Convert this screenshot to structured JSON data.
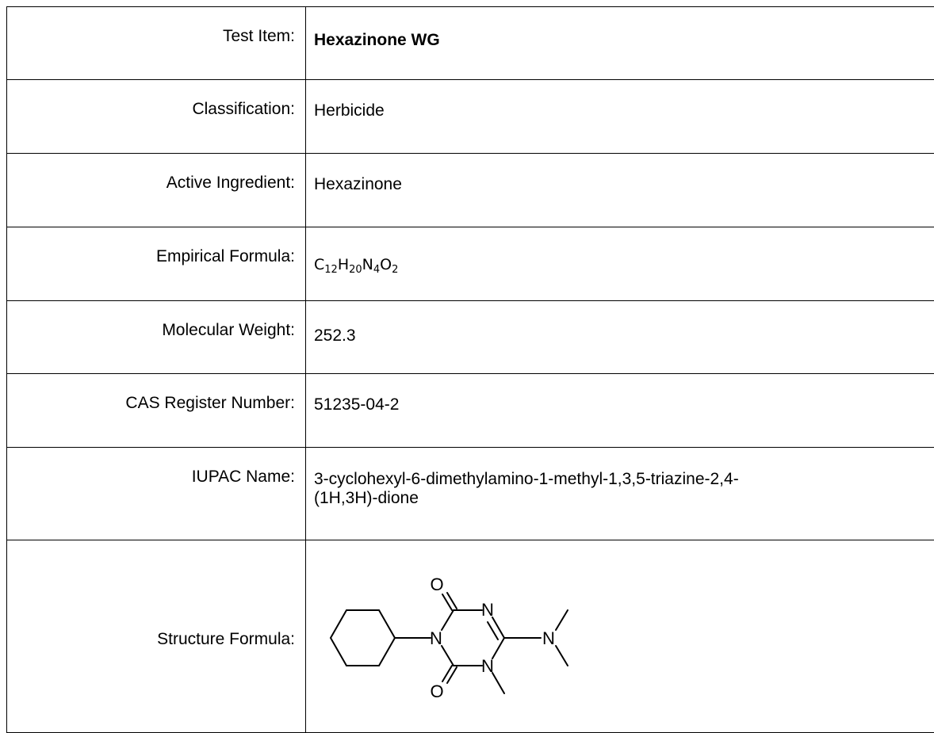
{
  "rows": {
    "test_item": {
      "label": "Test Item:",
      "value": "Hexazinone WG"
    },
    "classification": {
      "label": "Classification:",
      "value": "Herbicide"
    },
    "active_ingredient": {
      "label": "Active Ingredient:",
      "value": "Hexazinone"
    },
    "empirical_formula": {
      "label": "Empirical Formula:",
      "value": "C12H20N4O2",
      "parts": [
        {
          "el": "C",
          "n": "12"
        },
        {
          "el": "H",
          "n": "20"
        },
        {
          "el": "N",
          "n": "4"
        },
        {
          "el": "O",
          "n": "2"
        }
      ]
    },
    "molecular_weight": {
      "label": "Molecular Weight:",
      "value": "252.3"
    },
    "cas_number": {
      "label": "CAS Register Number:",
      "value": "51235-04-2"
    },
    "iupac_name": {
      "label": "IUPAC Name:",
      "line1": "3-cyclohexyl-6-dimethylamino-1-methyl-1,3,5-triazine-2,4-",
      "line2": "(1H,3H)-dione"
    },
    "structure_formula": {
      "label": "Structure Formula:",
      "atoms": {
        "oxygen": "O",
        "nitrogen": "N"
      }
    }
  }
}
